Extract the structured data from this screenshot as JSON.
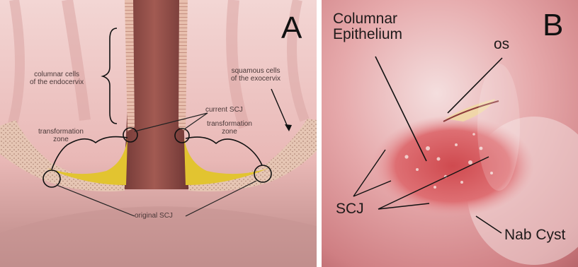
{
  "panel_a": {
    "letter": "A",
    "labels": {
      "columnar": [
        "columnar cells",
        "of the endocervix"
      ],
      "squamous": [
        "squamous cells",
        "of the exocervix"
      ],
      "current_scj": "current SCJ",
      "tz_left": [
        "transformation",
        "zone"
      ],
      "tz_right": [
        "transformation",
        "zone"
      ],
      "original_scj": "original SCJ"
    },
    "colors": {
      "canal": "#8a4a46",
      "transformation_zone": "#e2c430",
      "squamous_band": "#e6c0ae"
    }
  },
  "panel_b": {
    "letter": "B",
    "labels": {
      "columnar": [
        "Columnar",
        "Epithelium"
      ],
      "os": "os",
      "scj": "SCJ",
      "nab_cyst": "Nab Cyst"
    }
  }
}
